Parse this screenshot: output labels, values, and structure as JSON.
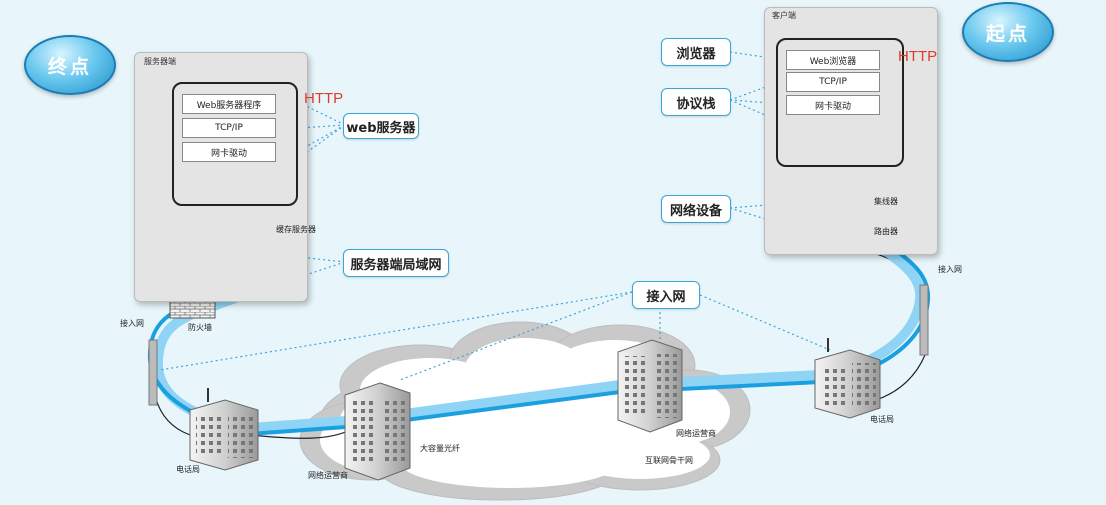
{
  "endpoints": {
    "destination": "终点",
    "origin": "起点"
  },
  "server": {
    "panel_title": "服务器端",
    "layers": [
      "Web服务器程序",
      "TCP/IP",
      "网卡驱动"
    ],
    "http": "HTTP",
    "cache_label": "缓存服务器",
    "firewall_label": "防火墙",
    "access_label": "接入网"
  },
  "client": {
    "panel_title": "客户端",
    "layers": [
      "Web浏览器",
      "TCP/IP",
      "网卡驱动"
    ],
    "http": "HTTP",
    "hub_label": "集线器",
    "router_label": "路由器",
    "access_label": "接入网"
  },
  "callouts": {
    "web_server": "web服务器",
    "server_lan": "服务器端局域网",
    "access_net": "接入网",
    "browser": "浏览器",
    "protocol_stack": "协议栈",
    "network_devices": "网络设备"
  },
  "network": {
    "phone_office_left": "电话局",
    "phone_office_right": "电话局",
    "isp_left": "网络运营商",
    "isp_right": "网络运营商",
    "fiber": "大容量光纤",
    "backbone": "互联网骨干网"
  },
  "colors": {
    "flow_dark": "#1aa0e0",
    "flow_light": "#8fd4f4",
    "http": "#e03a2a",
    "callout_border": "#3aa6d8"
  }
}
